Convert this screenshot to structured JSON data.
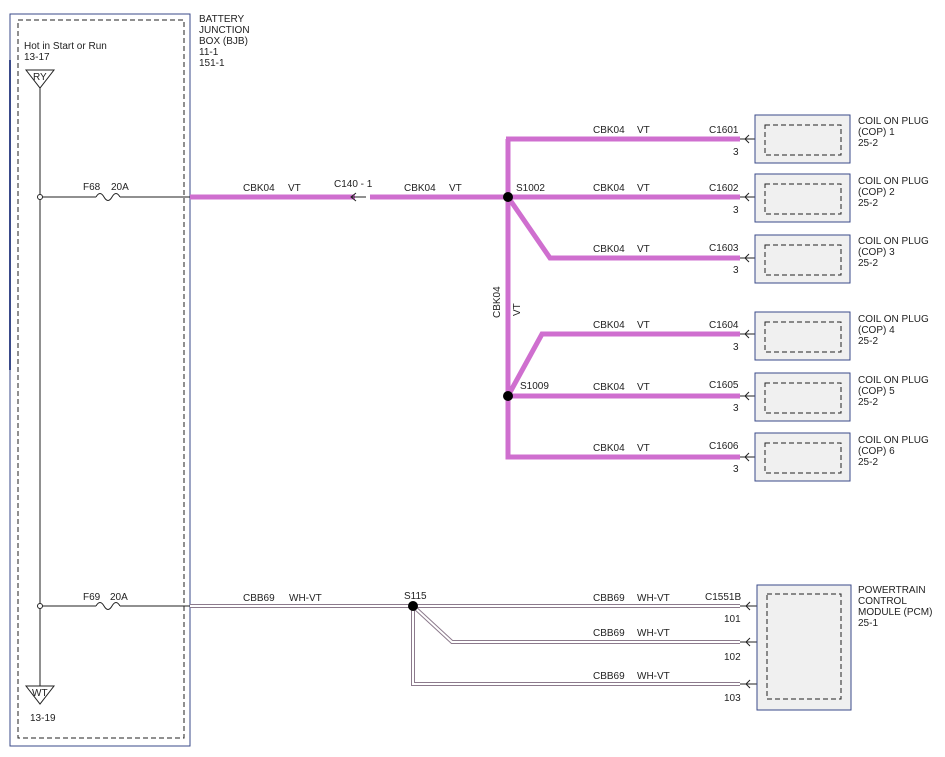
{
  "bjb": {
    "title_lines": [
      "BATTERY",
      "JUNCTION",
      "BOX (BJB)"
    ],
    "refs": [
      "11-1",
      "151-1"
    ],
    "hot_label": "Hot in Start or Run",
    "hot_ref": "13-17",
    "top_terminal": "RY",
    "bottom_terminal": "WT",
    "bottom_ref": "13-19",
    "fuses": [
      {
        "name": "F68",
        "rating": "20A"
      },
      {
        "name": "F69",
        "rating": "20A"
      }
    ]
  },
  "upper_circuit": {
    "main_wire": "CBK04",
    "main_color": "VT",
    "inline_connector": "C140 - 1",
    "splice_top": "S1002",
    "splice_bottom": "S1009",
    "vertical_wire": "CBK04",
    "vertical_color": "VT",
    "branches": [
      {
        "wire": "CBK04",
        "color": "VT",
        "connector": "C1601",
        "pin": "3",
        "module_lines": [
          "COIL ON PLUG",
          "(COP) 1",
          "25-2"
        ]
      },
      {
        "wire": "CBK04",
        "color": "VT",
        "connector": "C1602",
        "pin": "3",
        "module_lines": [
          "COIL ON PLUG",
          "(COP) 2",
          "25-2"
        ]
      },
      {
        "wire": "CBK04",
        "color": "VT",
        "connector": "C1603",
        "pin": "3",
        "module_lines": [
          "COIL ON PLUG",
          "(COP) 3",
          "25-2"
        ]
      },
      {
        "wire": "CBK04",
        "color": "VT",
        "connector": "C1604",
        "pin": "3",
        "module_lines": [
          "COIL ON PLUG",
          "(COP) 4",
          "25-2"
        ]
      },
      {
        "wire": "CBK04",
        "color": "VT",
        "connector": "C1605",
        "pin": "3",
        "module_lines": [
          "COIL ON PLUG",
          "(COP) 5",
          "25-2"
        ]
      },
      {
        "wire": "CBK04",
        "color": "VT",
        "connector": "C1606",
        "pin": "3",
        "module_lines": [
          "COIL ON PLUG",
          "(COP) 6",
          "25-2"
        ]
      }
    ]
  },
  "lower_circuit": {
    "main_wire": "CBB69",
    "main_color": "WH-VT",
    "splice": "S115",
    "connector": "C1551B",
    "branches": [
      {
        "wire": "CBB69",
        "color": "WH-VT",
        "pin": "101"
      },
      {
        "wire": "CBB69",
        "color": "WH-VT",
        "pin": "102"
      },
      {
        "wire": "CBB69",
        "color": "WH-VT",
        "pin": "103"
      }
    ],
    "module_lines": [
      "POWERTRAIN",
      "CONTROL",
      "MODULE (PCM)",
      "25-1"
    ]
  }
}
